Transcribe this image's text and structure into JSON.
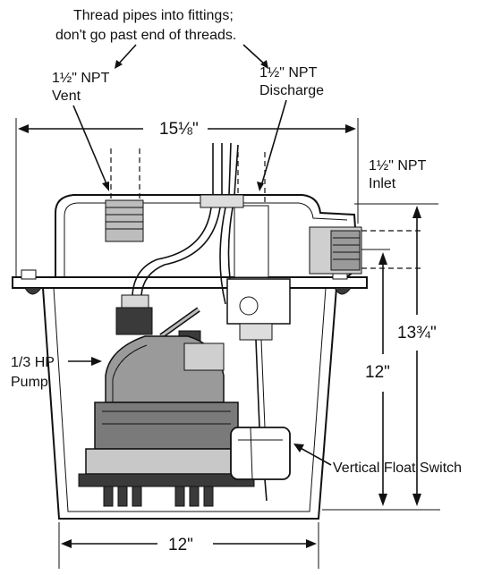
{
  "notes": {
    "thread_line1": "Thread pipes into fittings;",
    "thread_line2": "don't go past end of threads."
  },
  "labels": {
    "vent_size": "1½\" NPT",
    "vent_name": "Vent",
    "discharge_size": "1½\" NPT",
    "discharge_name": "Discharge",
    "inlet_size": "1½\" NPT",
    "inlet_name": "Inlet",
    "pump_line1": "1/3 HP",
    "pump_line2": "Pump",
    "float_switch": "Vertical Float Switch"
  },
  "dimensions": {
    "overall_width": "15⅛\"",
    "base_width": "12\"",
    "inlet_height": "12\"",
    "total_height": "13¾\""
  }
}
